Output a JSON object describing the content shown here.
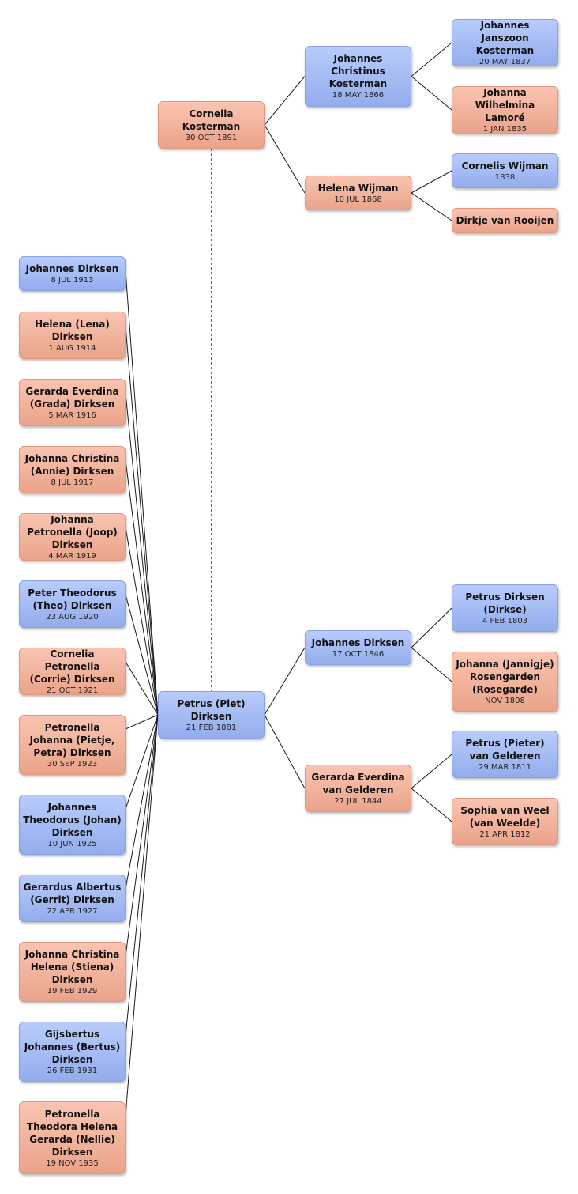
{
  "colors": {
    "male": "#a6bcf5",
    "female": "#f3b49e"
  },
  "people": {
    "piet": {
      "name": "Petrus (Piet) Dirksen",
      "date": "21 FEB 1881",
      "sex": "male"
    },
    "cornelia": {
      "name": "Cornelia Kosterman",
      "date": "30 OCT 1891",
      "sex": "female"
    },
    "jck": {
      "name": "Johannes Christinus Kosterman",
      "date": "18 MAY 1866",
      "sex": "male"
    },
    "hwijman": {
      "name": "Helena Wijman",
      "date": "10 JUL 1868",
      "sex": "female"
    },
    "jjk": {
      "name": "Johannes Janszoon Kosterman",
      "date": "20 MAY 1837",
      "sex": "male"
    },
    "jwl": {
      "name": "Johanna Wilhelmina Lamoré",
      "date": "1 JAN 1835",
      "sex": "female"
    },
    "cwijman": {
      "name": "Cornelis Wijman",
      "date": "1838",
      "sex": "male"
    },
    "dvr": {
      "name": "Dirkje van Rooijen",
      "date": "",
      "sex": "female"
    },
    "jd1846": {
      "name": "Johannes Dirksen",
      "date": "17 OCT 1846",
      "sex": "male"
    },
    "gevg": {
      "name": "Gerarda Everdina van Gelderen",
      "date": "27 JUL 1844",
      "sex": "female"
    },
    "pd1803": {
      "name": "Petrus Dirksen (Dirkse)",
      "date": "4 FEB 1803",
      "sex": "male"
    },
    "jjr": {
      "name": "Johanna (Jannigje) Rosengarden (Rosegarde)",
      "date": "NOV 1808",
      "sex": "female"
    },
    "ppvg": {
      "name": "Petrus (Pieter) van Gelderen",
      "date": "29 MAR 1811",
      "sex": "male"
    },
    "svw": {
      "name": "Sophia van Weel (van Weelde)",
      "date": "21 APR 1812",
      "sex": "female"
    }
  },
  "children": [
    {
      "name": "Johannes Dirksen",
      "date": "8 JUL 1913",
      "sex": "male"
    },
    {
      "name": "Helena (Lena) Dirksen",
      "date": "1 AUG 1914",
      "sex": "female"
    },
    {
      "name": "Gerarda Everdina (Grada) Dirksen",
      "date": "5 MAR 1916",
      "sex": "female"
    },
    {
      "name": "Johanna Christina (Annie) Dirksen",
      "date": "8 JUL 1917",
      "sex": "female"
    },
    {
      "name": "Johanna Petronella (Joop) Dirksen",
      "date": "4 MAR 1919",
      "sex": "female"
    },
    {
      "name": "Peter Theodorus (Theo) Dirksen",
      "date": "23 AUG 1920",
      "sex": "male"
    },
    {
      "name": "Cornelia Petronella (Corrie) Dirksen",
      "date": "21 OCT 1921",
      "sex": "female"
    },
    {
      "name": "Petronella Johanna (Pietje, Petra) Dirksen",
      "date": "30 SEP 1923",
      "sex": "female"
    },
    {
      "name": "Johannes Theodorus (Johan) Dirksen",
      "date": "10 JUN 1925",
      "sex": "male"
    },
    {
      "name": "Gerardus Albertus (Gerrit) Dirksen",
      "date": "22 APR 1927",
      "sex": "male"
    },
    {
      "name": "Johanna Christina Helena (Stiena) Dirksen",
      "date": "19 FEB 1929",
      "sex": "female"
    },
    {
      "name": "Gijsbertus Johannes (Bertus) Dirksen",
      "date": "26 FEB 1931",
      "sex": "male"
    },
    {
      "name": "Petronella Theodora Helena Gerarda (Nellie) Dirksen",
      "date": "19 NOV 1935",
      "sex": "female"
    }
  ]
}
